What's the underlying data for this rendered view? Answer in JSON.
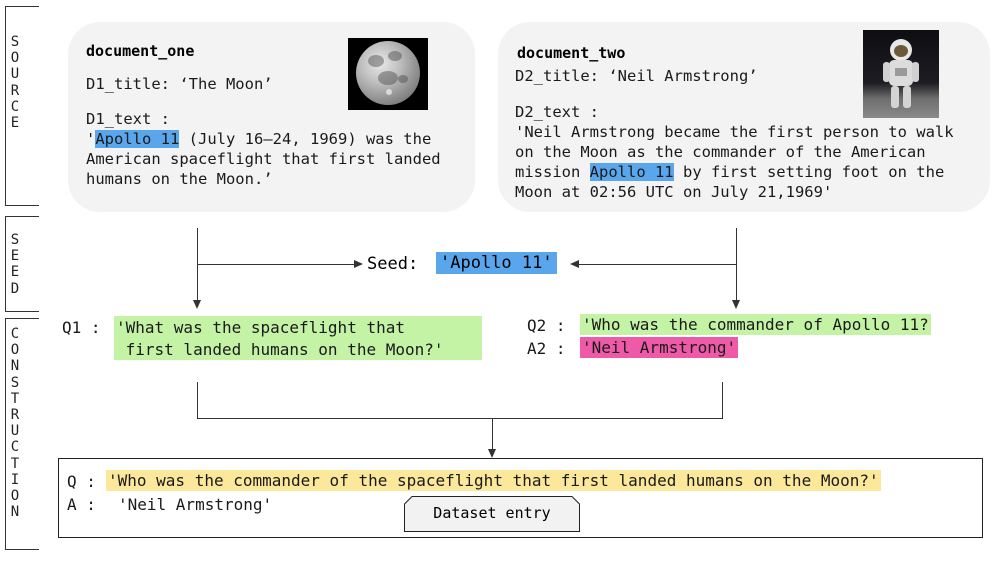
{
  "sections": {
    "source": "SOURCE",
    "seed": "SEED",
    "construction": "CONSTRUCTION"
  },
  "doc_one": {
    "name": "document_one",
    "title_line": "D1_title: ‘The Moon’",
    "text_label": "D1_text :",
    "text_l1_pre": "'",
    "text_l1_hl": "Apollo 11",
    "text_l1_post": " (July 16–24, 1969) was the",
    "text_l2": "American spaceflight that first landed",
    "text_l3": "humans on the Moon.’"
  },
  "doc_two": {
    "name": "document_two",
    "title_line": "D2_title: ‘Neil Armstrong’",
    "text_label": "D2_text :",
    "text_l1": "'Neil Armstrong became the first person to walk",
    "text_l2": "on the Moon as the commander of the American",
    "text_l3_pre": "mission ",
    "text_l3_hl": "Apollo 11",
    "text_l3_post": " by first setting foot on the",
    "text_l4": "Moon at 02:56 UTC on July 21,1969'"
  },
  "seed": {
    "label": "Seed:",
    "value": "'Apollo 11'"
  },
  "q1": {
    "label": "Q1 :",
    "l1": "'What was the spaceflight that",
    "l2": " first landed humans on the Moon?'"
  },
  "q2": {
    "label": "Q2 :",
    "text": "'Who was the commander of Apollo 11?",
    "a_label": "A2 :",
    "a_text": "'Neil Armstrong'"
  },
  "entry": {
    "q_label": "Q :",
    "q_text": "'Who was the commander of the spaceflight that first landed humans on the Moon?'",
    "a_label": "A :",
    "a_text": "'Neil Armstrong'",
    "tab_label": "Dataset entry"
  },
  "colors": {
    "seed_highlight": "#5aa6ec",
    "question_highlight": "#c4f3a6",
    "answer_highlight": "#ef5aa8",
    "final_question_highlight": "#fbe89b",
    "card_background": "#f3f3f3"
  }
}
